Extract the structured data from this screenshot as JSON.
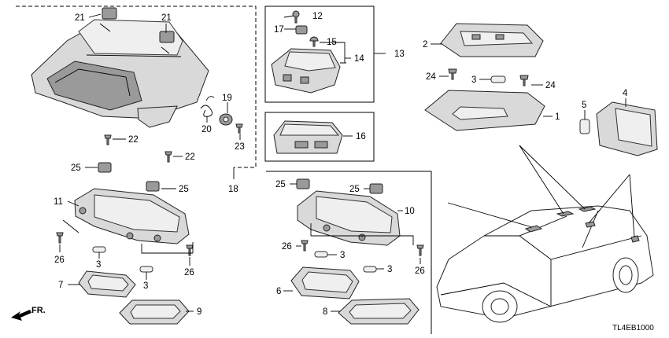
{
  "diagram": {
    "code": "TL4EB1000",
    "direction_label": "FR.",
    "callouts": {
      "c1": "1",
      "c2": "2",
      "c3a": "3",
      "c3b": "3",
      "c3c": "3",
      "c3d": "3",
      "c3e": "3",
      "c4": "4",
      "c5": "5",
      "c7": "7",
      "c8": "8",
      "c6": "6",
      "c9": "9",
      "c10": "10",
      "c11": "11",
      "c12": "12",
      "c13": "13",
      "c14": "14",
      "c15": "15",
      "c16": "16",
      "c17": "17",
      "c18": "18",
      "c19": "19",
      "c20": "20",
      "c21a": "21",
      "c21b": "21",
      "c22a": "22",
      "c22b": "22",
      "c23": "23",
      "c24a": "24",
      "c24b": "24",
      "c25a": "25",
      "c25b": "25",
      "c25c": "25",
      "c25d": "25",
      "c26a": "26",
      "c26b": "26",
      "c26c": "26",
      "c26d": "26"
    }
  }
}
